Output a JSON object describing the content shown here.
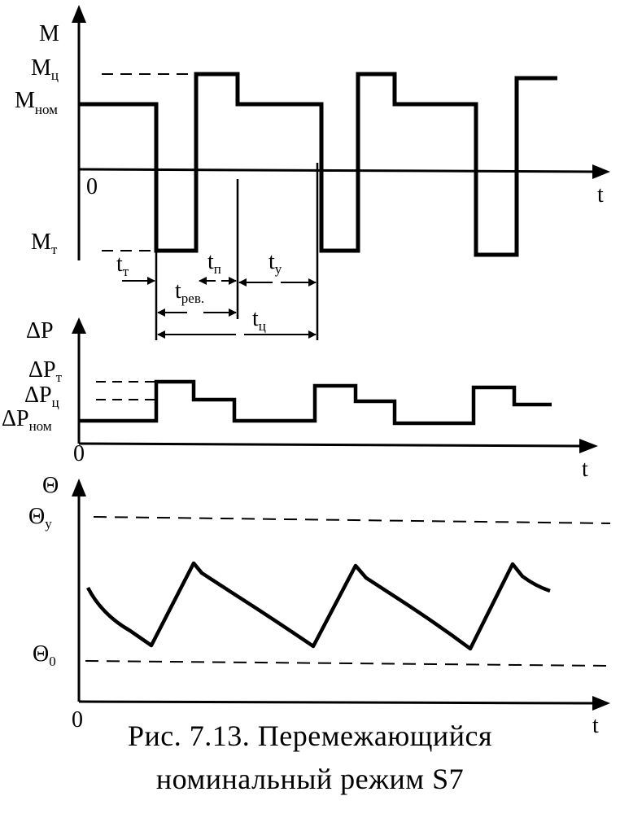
{
  "figure": {
    "caption_line1": "Рис. 7.13. Перемежающийся",
    "caption_line2": "номинальный режим S7"
  },
  "torque_panel": {
    "axis_y": "M",
    "axis_x": "t",
    "origin": "0",
    "level_mc_main": "M",
    "level_mc_sub": "ц",
    "level_mnom_main": "M",
    "level_mnom_sub": "ном",
    "level_mt_main": "M",
    "level_mt_sub": "т",
    "interval_tt_main": "t",
    "interval_tt_sub": "т",
    "interval_tp_main": "t",
    "interval_tp_sub": "п",
    "interval_ty_main": "t",
    "interval_ty_sub": "у",
    "interval_trev_main": "t",
    "interval_trev_sub": "рев.",
    "interval_tc_main": "t",
    "interval_tc_sub": "ц"
  },
  "loss_panel": {
    "axis_y": "ΔP",
    "axis_x": "t",
    "origin": "0",
    "level_pt_main": "ΔP",
    "level_pt_sub": "т",
    "level_pc_main": "ΔP",
    "level_pc_sub": "ц",
    "level_pnom_main": "ΔP",
    "level_pnom_sub": "ном"
  },
  "temperature_panel": {
    "axis_y": "Θ",
    "axis_x": "t",
    "origin": "0",
    "level_ty_main": "Θ",
    "level_ty_sub": "у",
    "level_t0_main": "Θ",
    "level_t0_sub": "0"
  }
}
